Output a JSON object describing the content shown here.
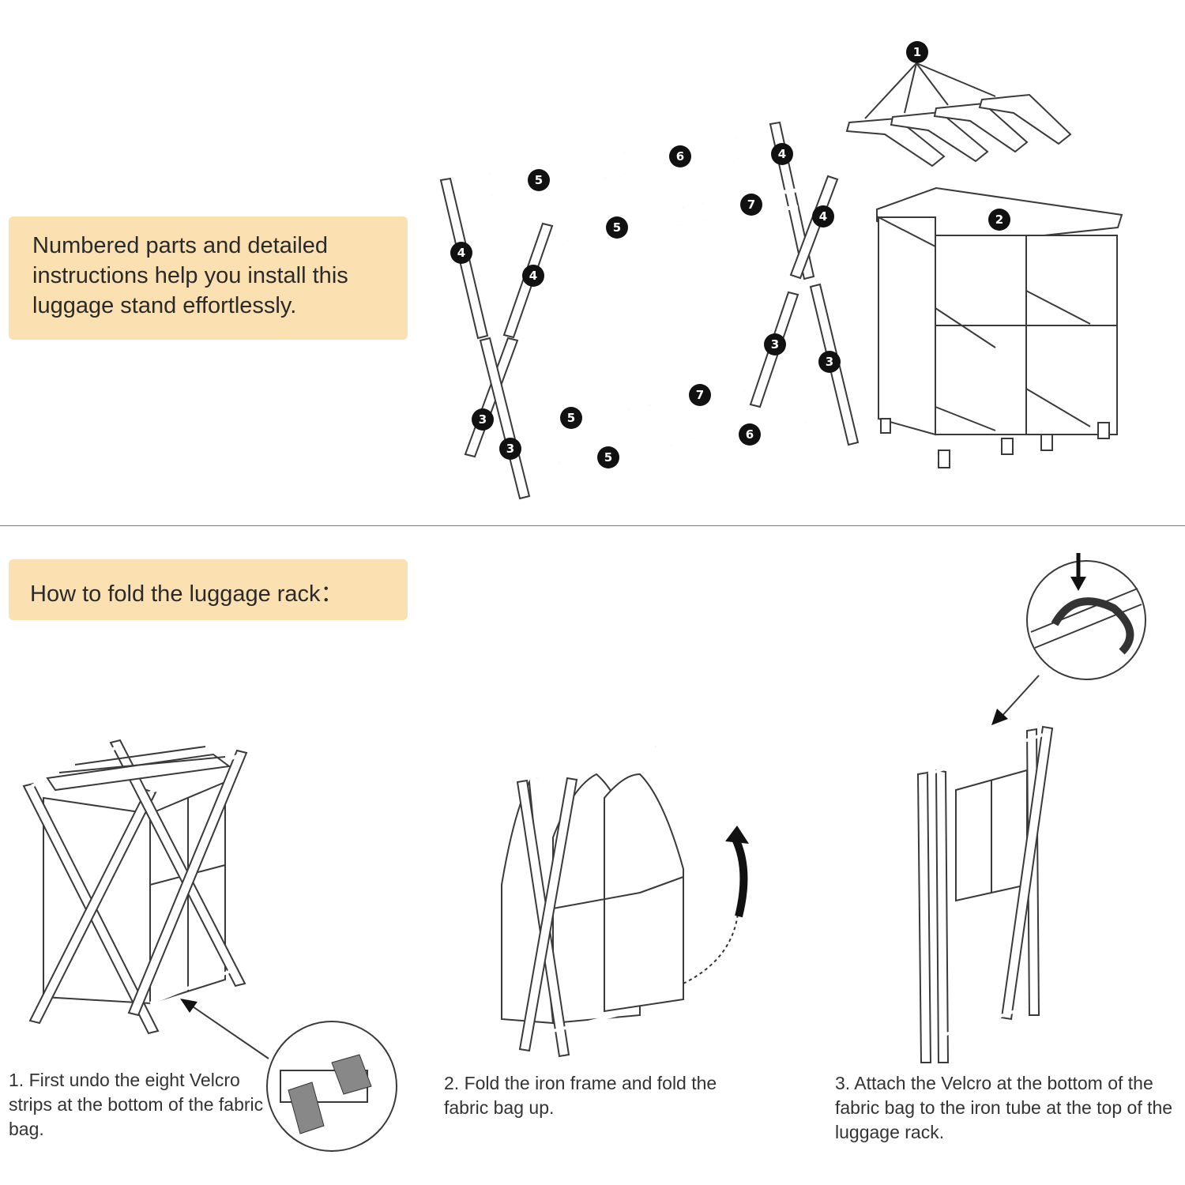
{
  "intro_note": "Numbered parts and detailed instructions help you install this luggage stand effortlessly.",
  "fold_heading": "How to fold the luggage rack：",
  "steps": [
    {
      "text": "1. First undo the eight Velcro strips at the bottom of the fabric bag."
    },
    {
      "text": "2. Fold the iron frame and fold the fabric bag up."
    },
    {
      "text": "3. Attach the Velcro at the bottom of the fabric bag to the iron tube at the top of the luggage rack."
    }
  ],
  "part_badges": [
    "1",
    "2",
    "3",
    "3",
    "3",
    "3",
    "4",
    "4",
    "4",
    "4",
    "5",
    "5",
    "5",
    "5",
    "6",
    "6",
    "7",
    "7"
  ],
  "colors": {
    "note_background": "#fbe0b2",
    "divider": "#7a7a7a",
    "badge": "#111111"
  }
}
